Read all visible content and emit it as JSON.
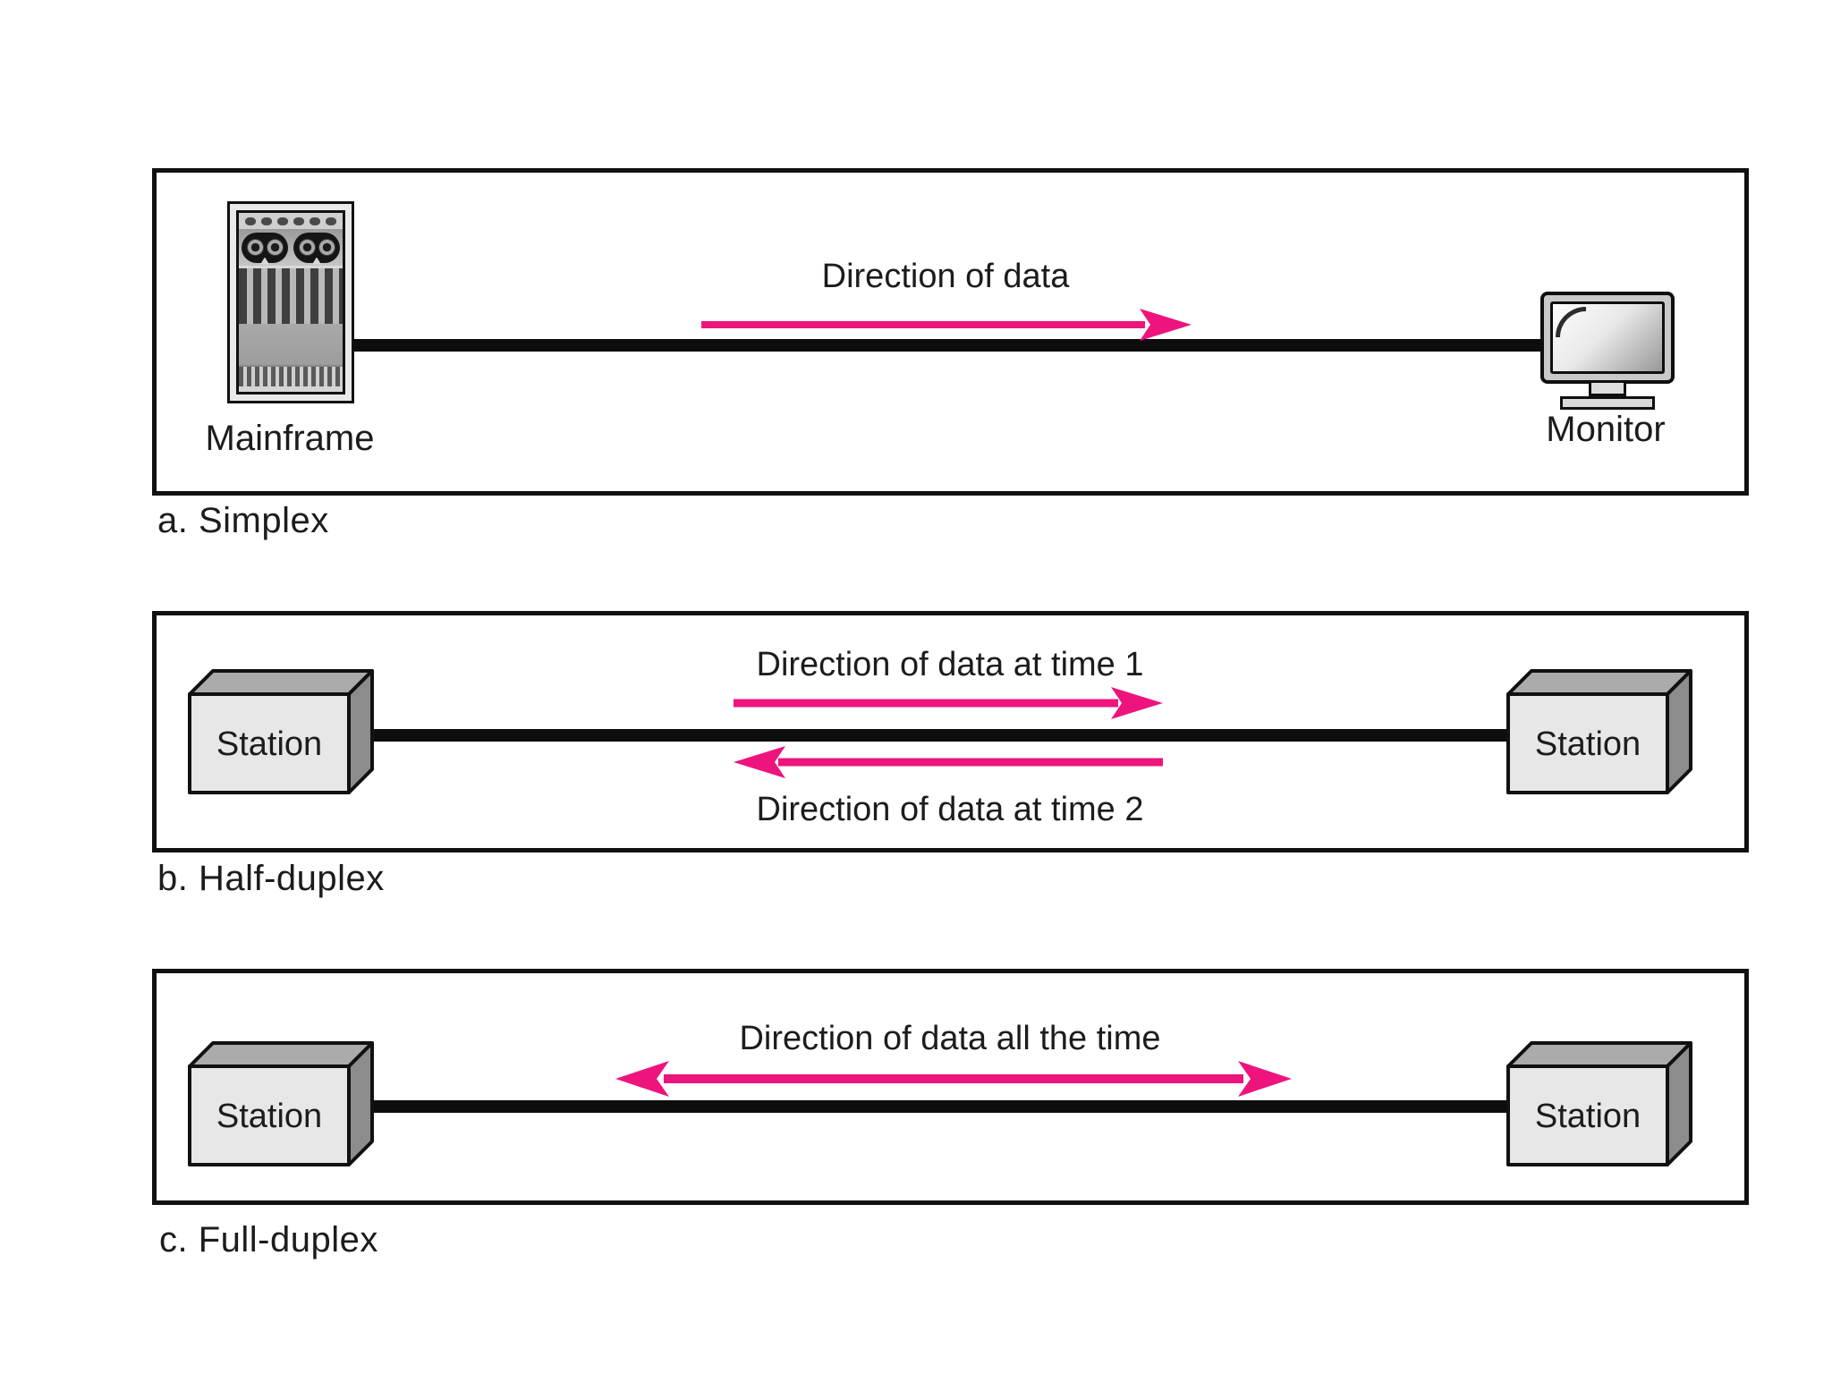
{
  "figure": {
    "description": "Data flow modes diagram: simplex, half-duplex, full-duplex",
    "colors": {
      "arrow_pink": "#ED147D",
      "line_black": "#0d0d0d",
      "panel_border": "#111111",
      "background": "#ffffff"
    },
    "panels": [
      {
        "caption": "a. Simplex",
        "left_device": "Mainframe",
        "right_device": "Monitor",
        "flows": [
          {
            "label": "Direction of data",
            "direction": "right"
          }
        ]
      },
      {
        "caption": "b. Half-duplex",
        "left_device": "Station",
        "right_device": "Station",
        "flows": [
          {
            "label": "Direction of data at time 1",
            "direction": "right"
          },
          {
            "label": "Direction of data at time 2",
            "direction": "left"
          }
        ]
      },
      {
        "caption": "c. Full-duplex",
        "left_device": "Station",
        "right_device": "Station",
        "flows": [
          {
            "label": "Direction of data all the time",
            "direction": "both"
          }
        ]
      }
    ]
  }
}
